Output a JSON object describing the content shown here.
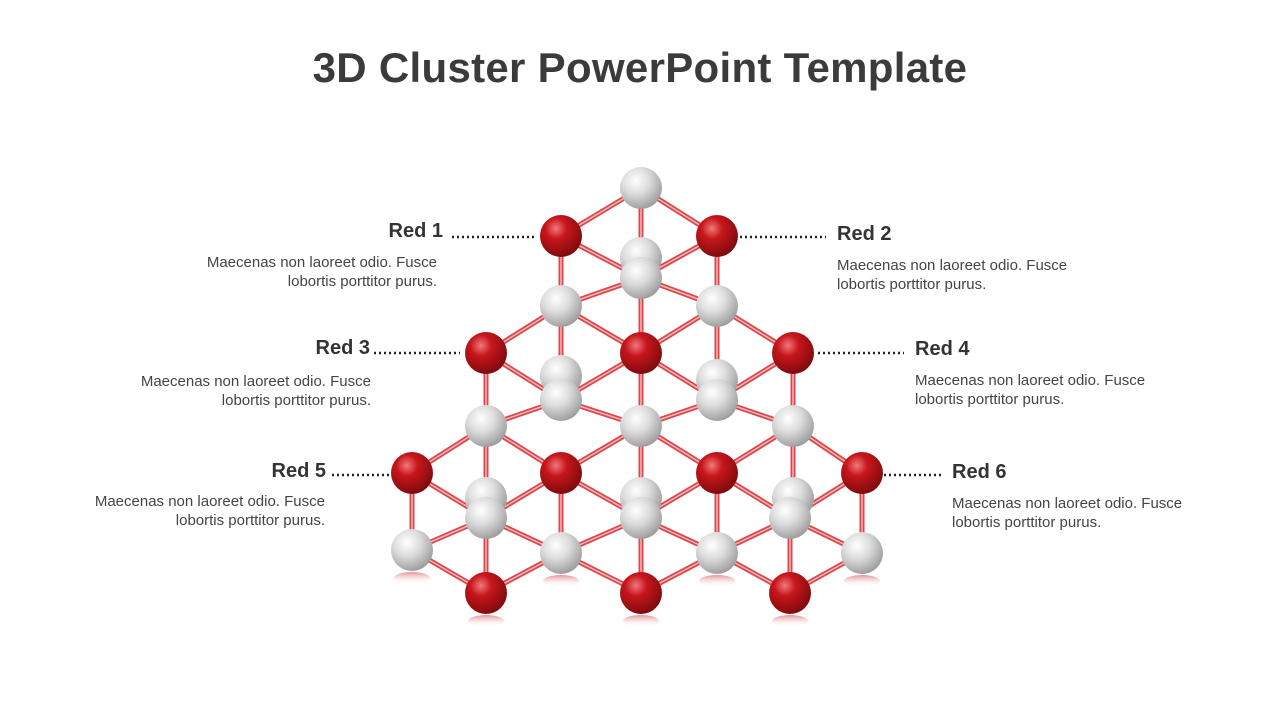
{
  "title": "3D Cluster PowerPoint Template",
  "labels": [
    {
      "id": "red-1",
      "heading": "Red 1",
      "line1": "Maecenas non laoreet odio. Fusce",
      "line2": "lobortis porttitor  purus."
    },
    {
      "id": "red-2",
      "heading": "Red 2",
      "line1": "Maecenas non laoreet odio. Fusce",
      "line2": "lobortis porttitor  purus."
    },
    {
      "id": "red-3",
      "heading": "Red 3",
      "line1": "Maecenas non laoreet odio. Fusce",
      "line2": "lobortis porttitor  purus."
    },
    {
      "id": "red-4",
      "heading": "Red 4",
      "line1": "Maecenas non laoreet odio. Fusce",
      "line2": "lobortis porttitor  purus."
    },
    {
      "id": "red-5",
      "heading": "Red 5",
      "line1": "Maecenas non laoreet odio. Fusce",
      "line2": "lobortis porttitor  purus."
    },
    {
      "id": "red-6",
      "heading": "Red 6",
      "line1": "Maecenas non laoreet odio. Fusce",
      "line2": "lobortis porttitor  purus."
    }
  ],
  "colors": {
    "red_sphere": "#c0161b",
    "white_sphere": "#d9d9d9",
    "rod": "#d9474b",
    "title_text": "#3b3b3b",
    "body_text": "#444444"
  }
}
